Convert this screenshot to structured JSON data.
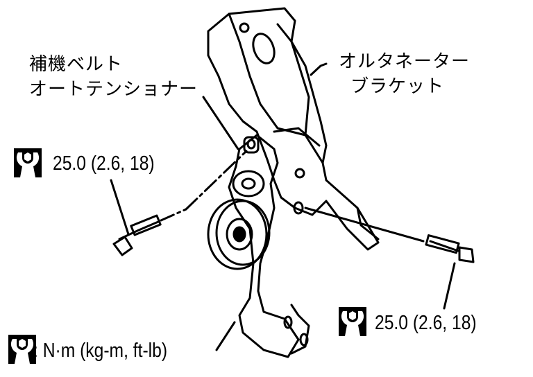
{
  "labels": {
    "tensioner_line1": "補機ベルト",
    "tensioner_line2": "オートテンショナー",
    "bracket_line1": "オルタネーター",
    "bracket_line2": "ブラケット"
  },
  "torque_specs": [
    {
      "icon": "torque-wrench-icon",
      "value": "25.0 (2.6, 18)"
    },
    {
      "icon": "torque-wrench-icon",
      "value": "25.0 (2.6, 18)"
    }
  ],
  "legend": {
    "icon": "torque-wrench-icon",
    "text": ": N·m (kg-m, ft-lb)"
  },
  "colors": {
    "ink": "#000000",
    "background": "#ffffff"
  }
}
